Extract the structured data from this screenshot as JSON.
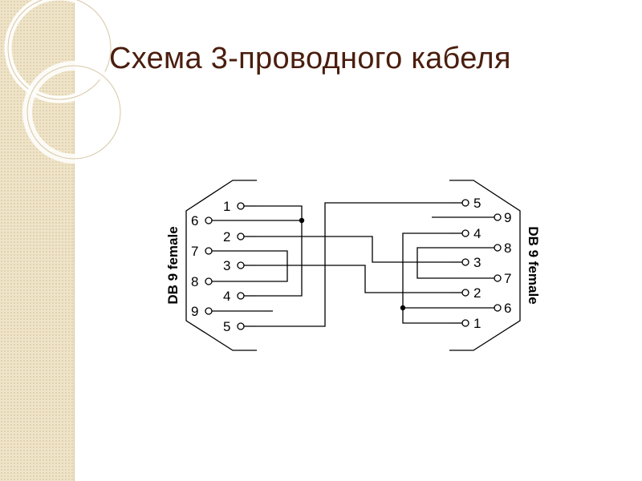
{
  "slide": {
    "title": "Схема 3-проводного кабеля"
  },
  "diagram": {
    "left_connector": {
      "label": "DB 9 female",
      "pins_top_to_bottom": [
        "1",
        "6",
        "2",
        "7",
        "3",
        "8",
        "4",
        "9",
        "5"
      ]
    },
    "right_connector": {
      "label": "DB 9 female",
      "pins_top_to_bottom": [
        "5",
        "9",
        "4",
        "8",
        "3",
        "7",
        "2",
        "6",
        "1"
      ]
    }
  },
  "colors": {
    "title": "#4a1e0e",
    "band": "#efe4c8",
    "wire": "#000000"
  }
}
